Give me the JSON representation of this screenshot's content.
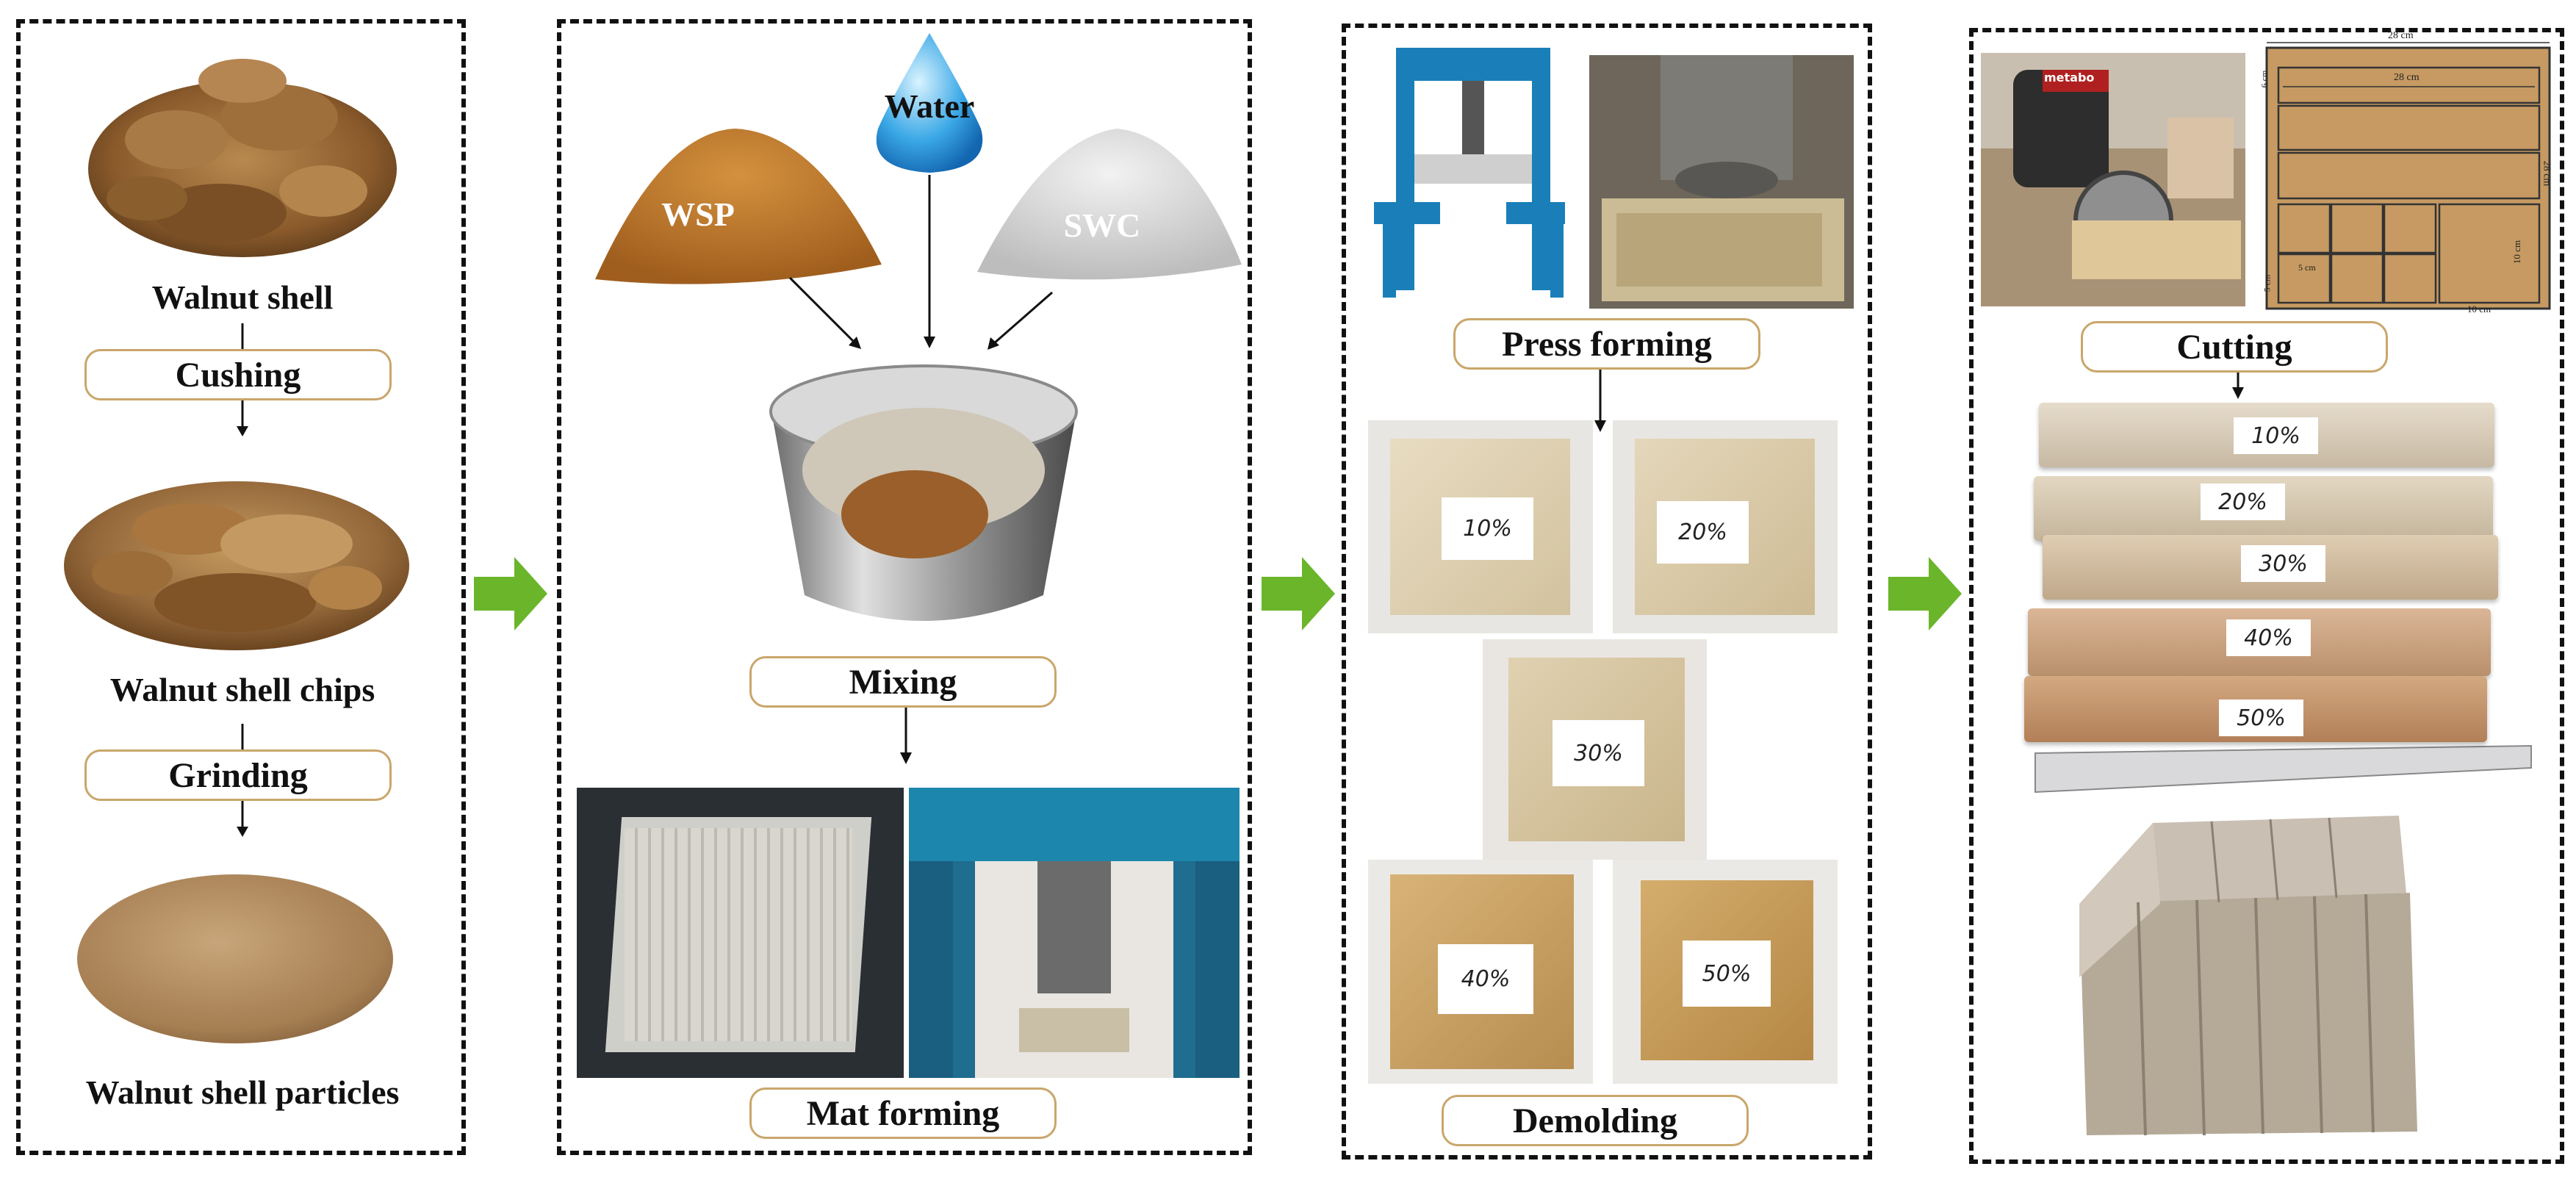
{
  "panel1": {
    "labels": {
      "walnut_shell": "Walnut shell",
      "chips": "Walnut shell chips",
      "particles": "Walnut shell particles"
    },
    "steps": {
      "crushing": "Cushing",
      "grinding": "Grinding"
    }
  },
  "panel2": {
    "ingredients": {
      "wsp": "WSP",
      "water": "Water",
      "swc": "SWC"
    },
    "steps": {
      "mixing": "Mixing",
      "mat_forming": "Mat forming"
    }
  },
  "panel3": {
    "steps": {
      "press_forming": "Press forming",
      "demolding": "Demolding"
    },
    "sample_tags": [
      "10%",
      "20%",
      "30%",
      "40%",
      "50%"
    ]
  },
  "panel4": {
    "steps": {
      "cutting": "Cutting"
    },
    "plank_tags": [
      "10%",
      "20%",
      "30%",
      "40%",
      "50%"
    ],
    "grinder_brand": "metabo",
    "cut_plan": {
      "top_width": "28 cm",
      "inner_width": "28 cm",
      "side": "28 cm",
      "left": "6 cm",
      "bottom_left": "5 cm",
      "bottom_small": "5 cm",
      "right": "10 cm",
      "bottom_right": "10 cm"
    }
  },
  "colors": {
    "arrow_green": "#6ab52a",
    "step_border": "#c9a66b",
    "press_blue": "#1a7fb8",
    "board_beige": "#d8c9a8"
  }
}
